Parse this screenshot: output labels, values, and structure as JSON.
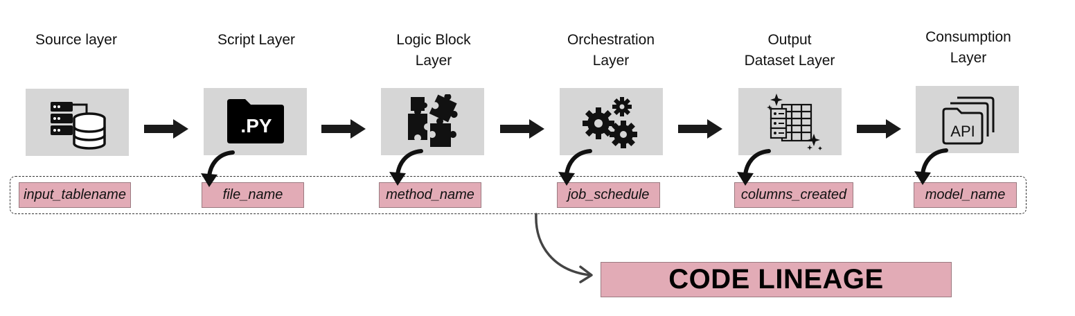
{
  "layers": [
    {
      "title": [
        "Source layer"
      ],
      "icon": "database-server-icon",
      "tag": "input_tablename"
    },
    {
      "title": [
        "Script Layer"
      ],
      "icon": "python-file-folder-icon",
      "file_ext": ".PY",
      "tag": "file_name"
    },
    {
      "title": [
        "Logic Block",
        "Layer"
      ],
      "icon": "puzzle-pieces-icon",
      "tag": "method_name"
    },
    {
      "title": [
        "Orchestration",
        "Layer"
      ],
      "icon": "gears-icon",
      "tag": "job_schedule"
    },
    {
      "title": [
        "Output",
        "Dataset Layer"
      ],
      "icon": "dataset-table-icon",
      "tag": "columns_created"
    },
    {
      "title": [
        "Consumption",
        "Layer"
      ],
      "icon": "api-folder-icon",
      "api_text": "API",
      "tag": "model_name"
    }
  ],
  "result": {
    "label": "CODE LINEAGE"
  },
  "colors": {
    "tile": "#d6d6d6",
    "tag": "#e2abb6",
    "arrow": "#1a1a1a"
  }
}
